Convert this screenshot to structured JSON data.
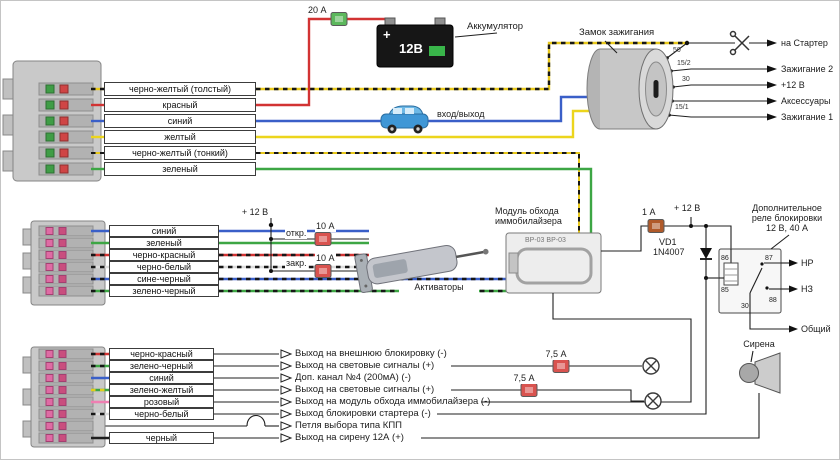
{
  "top": {
    "fuse20": "20 А",
    "battery_label": "Аккумулятор",
    "battery_plus": "+",
    "battery_text": "12В",
    "car_label": "вход/выход",
    "lock_label": "Замок зажигания",
    "lock_contacts": [
      "50",
      "15/2",
      "30",
      "15/1"
    ],
    "outputs": [
      "на Стартер",
      "Зажигание 2",
      "+12 В",
      "Аксессуары",
      "Зажигание 1"
    ],
    "wires": [
      {
        "label": "черно-желтый (толстый)"
      },
      {
        "label": "красный"
      },
      {
        "label": "синий"
      },
      {
        "label": "желтый"
      },
      {
        "label": "черно-желтый (тонкий)"
      },
      {
        "label": "зеленый"
      }
    ]
  },
  "middle": {
    "plus12": "+ 12 В",
    "fuse10a": "10 А",
    "fuse10b": "10 А",
    "open_label": "откр.",
    "close_label": "закр.",
    "actuators_label": "Активаторы",
    "wires": [
      {
        "label": "синий"
      },
      {
        "label": "зеленый"
      },
      {
        "label": "черно-красный"
      },
      {
        "label": "черно-белый"
      },
      {
        "label": "сине-черный"
      },
      {
        "label": "зелено-черный"
      }
    ],
    "module": {
      "caption1": "Модуль обхода",
      "caption2": "иммобилайзера",
      "board_text": "ВР-03  ВР-03"
    },
    "fuse1": "1 А",
    "plus12b": "+ 12 В",
    "diode": {
      "name": "VD1",
      "part": "1N4007"
    },
    "relay": {
      "caption1": "Дополнительное",
      "caption2": "реле блокировки",
      "caption3": "12 В, 40 А",
      "pins": {
        "p86": "86",
        "p85": "85",
        "p30": "30",
        "p87": "87",
        "p88": "88"
      },
      "out_no": "НР",
      "out_nc": "НЗ",
      "out_common": "Общий"
    }
  },
  "bottom": {
    "wires": [
      {
        "label": "черно-красный"
      },
      {
        "label": "зелено-черный"
      },
      {
        "label": "синий"
      },
      {
        "label": "зелено-желтый"
      },
      {
        "label": "розовый"
      },
      {
        "label": "черно-белый"
      },
      {
        "label": "черный"
      }
    ],
    "outputs": [
      "Выход на внешнюю блокировку (-)",
      "Выход на световые сигналы (+)",
      "Доп. канал №4 (200мА) (-)",
      "Выход на световые сигналы (+)",
      "Выход на модуль обхода иммобилайзера (-)",
      "Выход блокировки стартера (-)",
      "Петля выбора типа КПП",
      "Выход на сирену 12А (+)"
    ],
    "fuse75a": "7,5 А",
    "fuse75b": "7,5 А",
    "siren_label": "Сирена"
  },
  "wire_colors": {
    "red": "#d23333",
    "blue": "#3a5fc8",
    "yellow": "#ecd51c",
    "green": "#3da644",
    "pink": "#ef7fb2",
    "black": "#1f1f1f",
    "white": "#dcdcdc",
    "stripe": "#161616",
    "fuse_green": "#5cb85c",
    "fuse_red": "#d9534f",
    "fuse_brown": "#b05a2a"
  }
}
